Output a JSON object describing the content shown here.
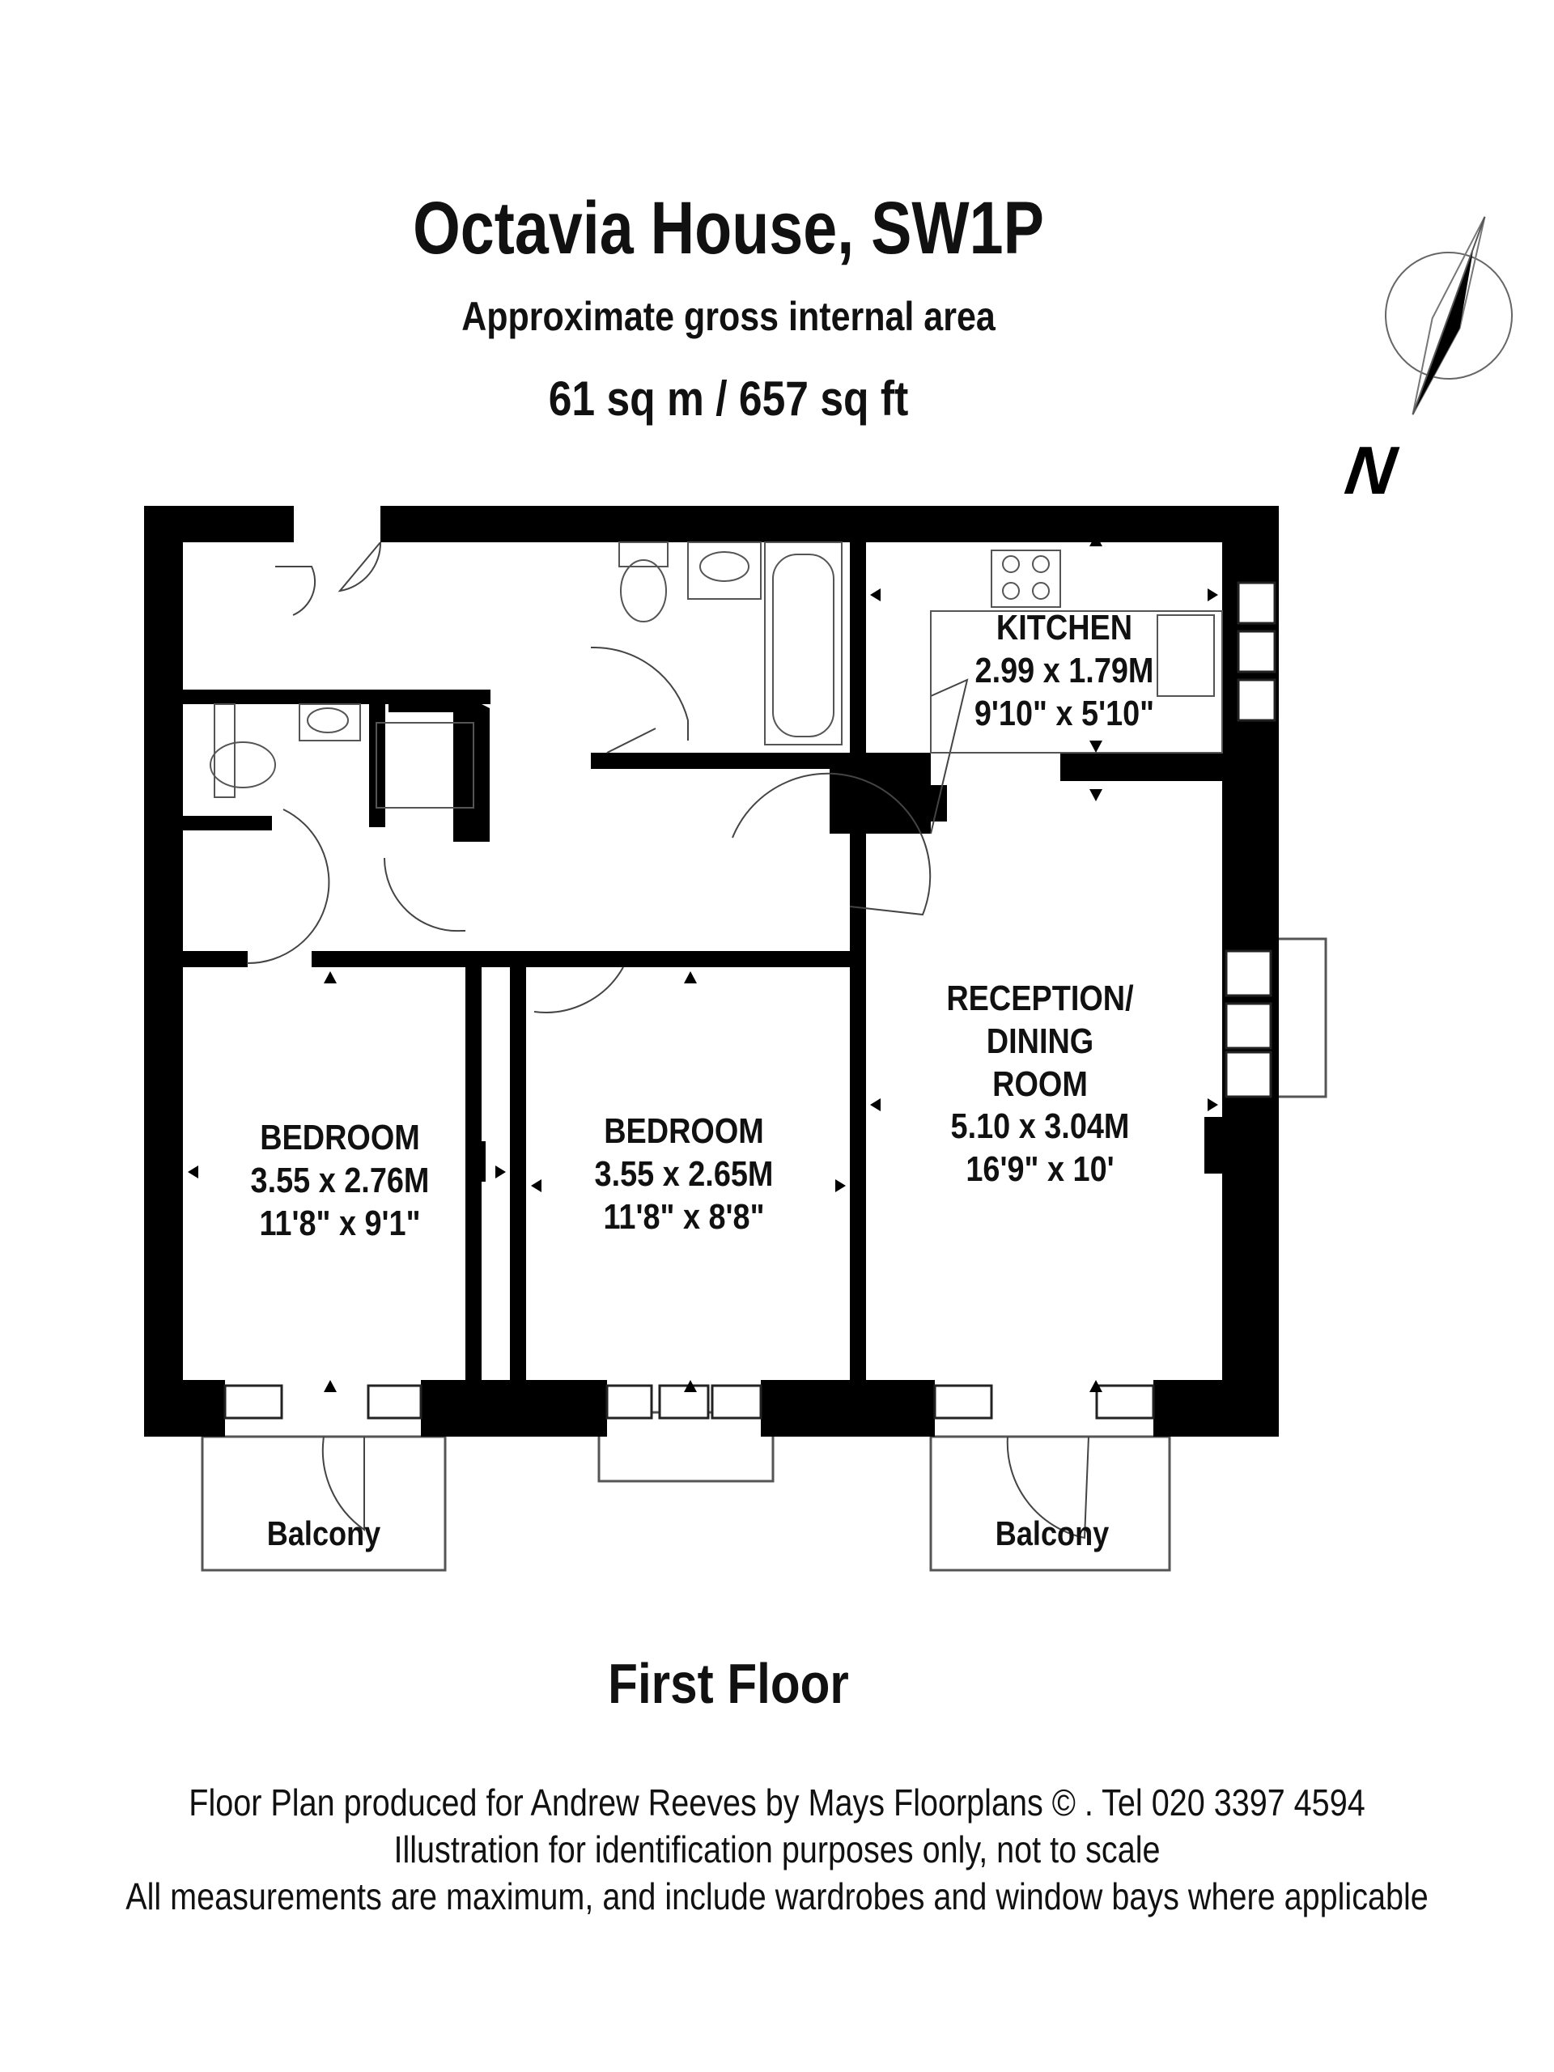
{
  "header": {
    "title": "Octavia House, SW1P",
    "subtitle": "Approximate gross internal area",
    "area": "61 sq m /  657 sq ft"
  },
  "compass": {
    "letter": "N"
  },
  "rooms": {
    "kitchen": {
      "name": "KITCHEN",
      "metric": "2.99 x 1.79M",
      "imperial": "9'10\" x 5'10\""
    },
    "bedroom_left": {
      "name": "BEDROOM",
      "metric": "3.55 x 2.76M",
      "imperial": "11'8\" x 9'1\""
    },
    "bedroom_middle": {
      "name": "BEDROOM",
      "metric": "3.55 x 2.65M",
      "imperial": "11'8\" x 8'8\""
    },
    "reception": {
      "name_line1": "RECEPTION/",
      "name_line2": "DINING",
      "name_line3": "ROOM",
      "metric": "5.10 x 3.04M",
      "imperial": "16'9\" x 10'"
    },
    "balcony_left": {
      "name": "Balcony"
    },
    "balcony_right": {
      "name": "Balcony"
    }
  },
  "floor_label": "First Floor",
  "footer": {
    "line1": "Floor Plan produced for Andrew Reeves by Mays Floorplans  © . Tel 020 3397 4594",
    "line2": "Illustration for identification purposes only, not to scale",
    "line3": "All measurements are maximum, and include wardrobes and window bays where applicable"
  },
  "colors": {
    "wall": "#000000",
    "background": "#ffffff",
    "fixture": "#555555"
  }
}
